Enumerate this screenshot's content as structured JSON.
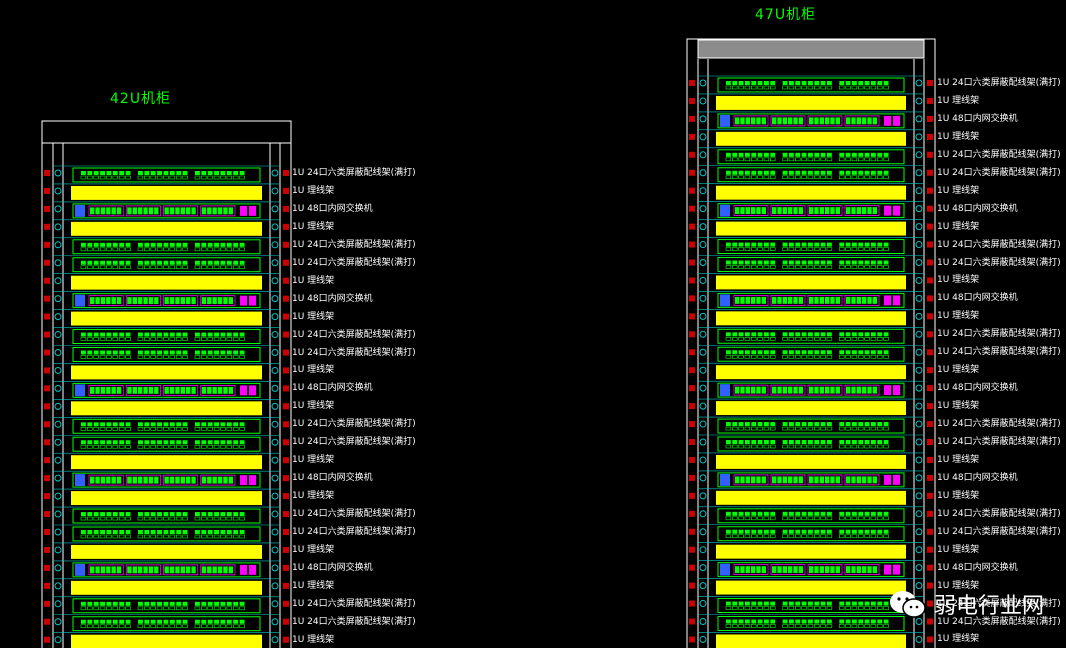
{
  "racks": [
    {
      "title": "42U机柜",
      "labels": [
        "1U 24口六类屏蔽配线架(满打)",
        "1U 理线架",
        "1U 48口内网交换机",
        "1U 理线架",
        "1U 24口六类屏蔽配线架(满打)",
        "1U 24口六类屏蔽配线架(满打)",
        "1U 理线架",
        "1U 48口内网交换机",
        "1U 理线架",
        "1U 24口六类屏蔽配线架(满打)",
        "1U 24口六类屏蔽配线架(满打)",
        "1U 理线架",
        "1U 48口内网交换机",
        "1U 理线架",
        "1U 24口六类屏蔽配线架(满打)",
        "1U 24口六类屏蔽配线架(满打)",
        "1U 理线架",
        "1U 48口内网交换机",
        "1U 理线架",
        "1U 24口六类屏蔽配线架(满打)",
        "1U 24口六类屏蔽配线架(满打)",
        "1U 理线架",
        "1U 48口内网交换机",
        "1U 理线架",
        "1U 24口六类屏蔽配线架(满打)",
        "1U 24口六类屏蔽配线架(满打)",
        "1U 理线架"
      ]
    },
    {
      "title": "47U机柜",
      "labels": [
        "1U 24口六类屏蔽配线架(满打)",
        "1U 理线架",
        "1U 48口内网交换机",
        "1U 理线架",
        "1U 24口六类屏蔽配线架(满打)",
        "1U 24口六类屏蔽配线架(满打)",
        "1U 理线架",
        "1U 48口内网交换机",
        "1U 理线架",
        "1U 24口六类屏蔽配线架(满打)",
        "1U 24口六类屏蔽配线架(满打)",
        "1U 理线架",
        "1U 48口内网交换机",
        "1U 理线架",
        "1U 24口六类屏蔽配线架(满打)",
        "1U 24口六类屏蔽配线架(满打)",
        "1U 理线架",
        "1U 48口内网交换机",
        "1U 理线架",
        "1U 24口六类屏蔽配线架(满打)",
        "1U 24口六类屏蔽配线架(满打)",
        "1U 理线架",
        "1U 48口内网交换机",
        "1U 理线架",
        "1U 24口六类屏蔽配线架(满打)",
        "1U 24口六类屏蔽配线架(满打)",
        "1U 理线架",
        "1U 48口内网交换机",
        "1U 理线架",
        "1U 24口六类屏蔽配线架(满打)",
        "1U 24口六类屏蔽配线架(满打)",
        "1U 理线架"
      ]
    }
  ],
  "watermark": "弱电行业网",
  "colors": {
    "background": "#000000",
    "frame": "#ffffff",
    "rail": "#00c8c8",
    "patch_panel": "#00ff00",
    "cable_manager": "#ffff00",
    "switch_accent": "#ff00ff",
    "title": "#00ff00",
    "top_cover": "#8c8c8c"
  }
}
